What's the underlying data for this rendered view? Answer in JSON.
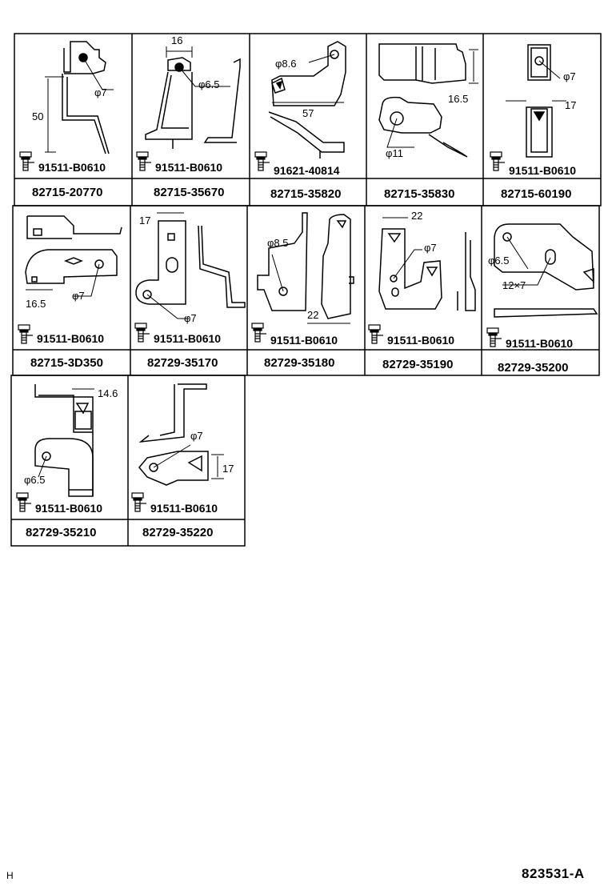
{
  "cells": [
    {
      "part": "82715-20770",
      "bolt": "91511-B0610",
      "dims": [
        "50",
        "φ7"
      ]
    },
    {
      "part": "82715-35670",
      "bolt": "91511-B0610",
      "dims": [
        "16",
        "φ6.5"
      ]
    },
    {
      "part": "82715-35820",
      "bolt": "91621-40814",
      "dims": [
        "φ8.6",
        "57"
      ]
    },
    {
      "part": "82715-35830",
      "bolt": "",
      "dims": [
        "16.5",
        "φ11"
      ]
    },
    {
      "part": "82715-60190",
      "bolt": "91511-B0610",
      "dims": [
        "φ7",
        "17"
      ]
    },
    {
      "part": "82715-3D350",
      "bolt": "91511-B0610",
      "dims": [
        "16.5",
        "φ7"
      ]
    },
    {
      "part": "82729-35170",
      "bolt": "91511-B0610",
      "dims": [
        "17",
        "φ7"
      ]
    },
    {
      "part": "82729-35180",
      "bolt": "91511-B0610",
      "dims": [
        "φ8.5",
        "22"
      ]
    },
    {
      "part": "82729-35190",
      "bolt": "91511-B0610",
      "dims": [
        "22",
        "φ7"
      ]
    },
    {
      "part": "82729-35200",
      "bolt": "91511-B0610",
      "dims": [
        "φ6.5",
        "12×7"
      ]
    },
    {
      "part": "82729-35210",
      "bolt": "91511-B0610",
      "dims": [
        "14.6",
        "φ6.5"
      ]
    },
    {
      "part": "82729-35220",
      "bolt": "91511-B0610",
      "dims": [
        "φ7",
        "17"
      ]
    }
  ],
  "footer": {
    "left": "H",
    "right": "823531-A"
  }
}
